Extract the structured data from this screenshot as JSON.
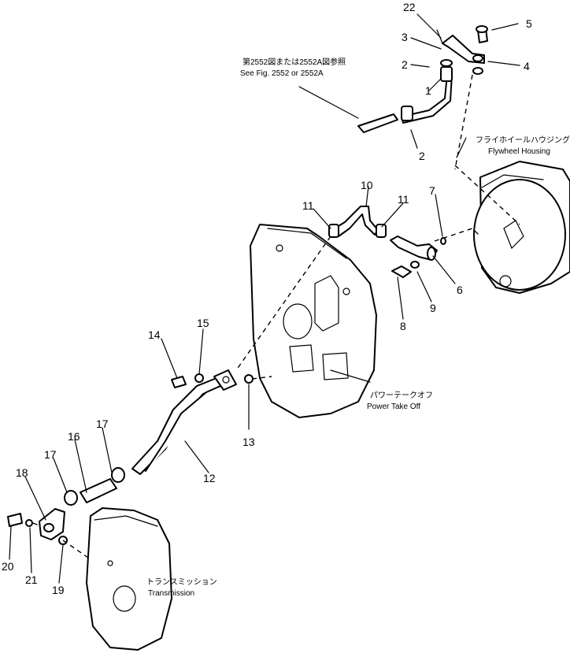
{
  "callouts": {
    "n1": "1",
    "n2a": "2",
    "n2b": "2",
    "n3": "3",
    "n4": "4",
    "n5": "5",
    "n6": "6",
    "n7": "7",
    "n8": "8",
    "n9": "9",
    "n10": "10",
    "n11a": "11",
    "n11b": "11",
    "n12": "12",
    "n13": "13",
    "n14": "14",
    "n15": "15",
    "n16": "16",
    "n17a": "17",
    "n17b": "17",
    "n18": "18",
    "n19": "19",
    "n20": "20",
    "n21": "21",
    "n22": "22"
  },
  "labels": {
    "see_fig_jp": "第2552図または2552A図参照",
    "see_fig_en": "See Fig. 2552 or 2552A",
    "flywheel_jp": "フライホイールハウジング",
    "flywheel_en": "Flywheel Housing",
    "pto_jp": "パワーテークオフ",
    "pto_en": "Power Take Off",
    "transmission_jp": "トランスミッション",
    "transmission_en": "Transmission"
  }
}
